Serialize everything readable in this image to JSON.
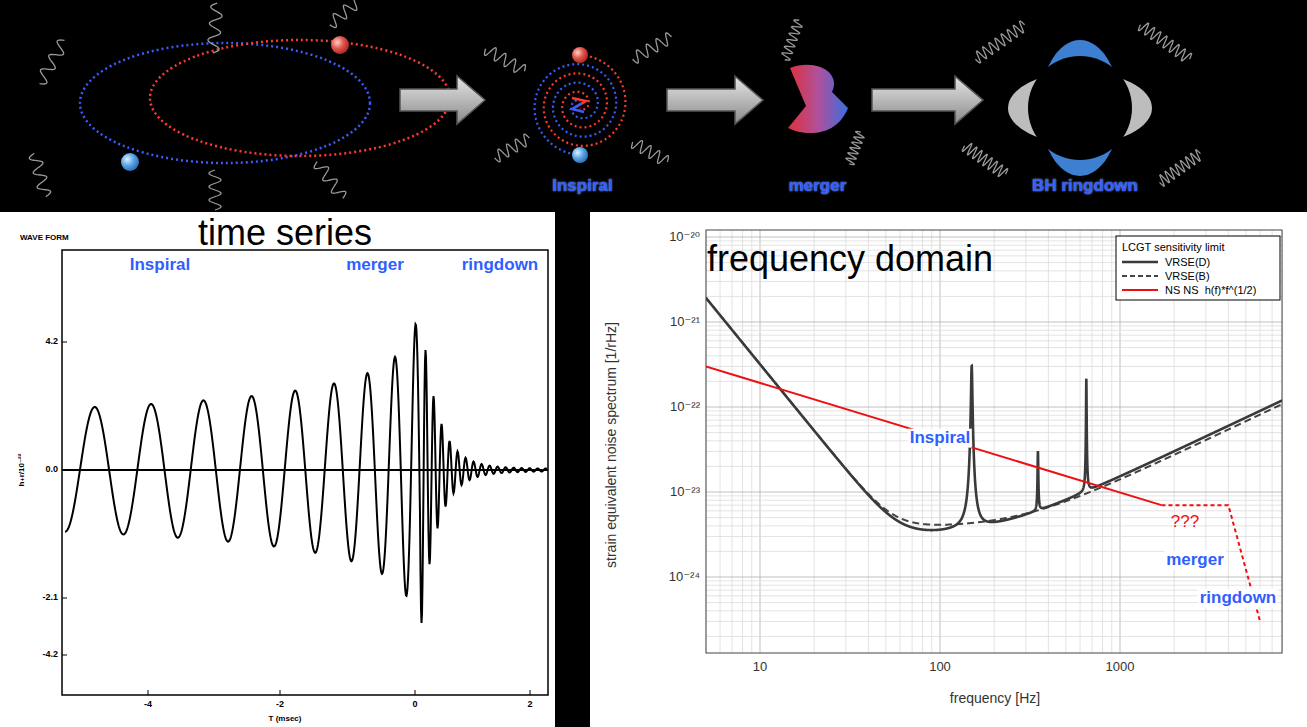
{
  "diagram": {
    "nodes": [
      {
        "text": [
          "Inspiral"
        ]
      },
      {
        "text": [
          "merger"
        ]
      },
      {
        "text": [
          "BH ringdown"
        ]
      },
      {
        "text": [
          "time series"
        ]
      },
      {
        "text": [
          "frequency domain"
        ]
      }
    ],
    "edges": [
      {
        "from": 0,
        "to": 1,
        "arrow": "to"
      },
      {
        "from": 1,
        "to": 2,
        "arrow": "to"
      }
    ],
    "labels": [
      "WAVE FORM",
      "Inspiral",
      "merger",
      "ringdown",
      "4.2",
      "0.0",
      "-2.1",
      "-4.2",
      "-4",
      "-2",
      "0",
      "2",
      "T (msec)",
      "h₊r/10⁻²²",
      "10⁻²⁰",
      "10⁻²¹",
      "10⁻²²",
      "10⁻²³",
      "10⁻²⁴",
      "10",
      "100",
      "1000",
      "frequency [Hz]",
      "strain equivalent noise spectrum [1/rHz]",
      "LCGT sensitivity limit",
      "Inspiral",
      "???",
      "merger",
      "ringdown"
    ],
    "legend": [
      {
        "text": "VRSE(D)"
      },
      {
        "text": "VRSE(B)"
      },
      {
        "text": "NS NS  h(f)*f^(1/2)"
      }
    ]
  }
}
